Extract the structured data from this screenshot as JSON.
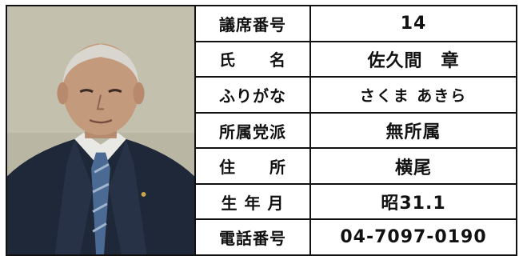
{
  "profile": {
    "rows": [
      {
        "label": "議席番号",
        "value": "14"
      },
      {
        "label": "氏　　名",
        "value": "佐久間　章"
      },
      {
        "label": "ふりがな",
        "value": "さくま あきら"
      },
      {
        "label": "所属党派",
        "value": "無所属"
      },
      {
        "label": "住　　所",
        "value": "横尾"
      },
      {
        "label": "生 年 月",
        "value": "昭31.1"
      },
      {
        "label": "電話番号",
        "value": "04-7097-0190"
      }
    ]
  }
}
